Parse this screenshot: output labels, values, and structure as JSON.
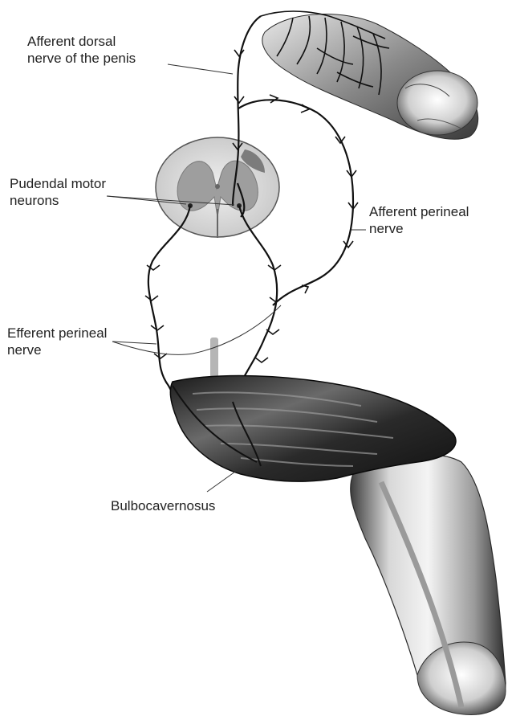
{
  "labels": {
    "afferent_dorsal": [
      "Afferent dorsal",
      "nerve of the penis"
    ],
    "pudendal_motor": [
      "Pudendal motor",
      "neurons"
    ],
    "afferent_perineal": [
      "Afferent perineal",
      "nerve"
    ],
    "efferent_perineal": [
      "Efferent perineal",
      "nerve"
    ],
    "bulbocavernosus": "Bulbocavernosus"
  },
  "colors": {
    "background": "#ffffff",
    "nerve": "#111111",
    "label_text": "#222222",
    "leader_line": "#333333",
    "muscle_dark": "#1a1a1a",
    "cord_gray_matter": "#9a9a9a",
    "cord_white_matter": "#d8d8d8",
    "penis_shading": "#bdbdbd"
  },
  "icons": {
    "spinal_cord": "spinal-cord-cross-section",
    "flaccid_penis": "penis-glans-illustration",
    "erect_penis": "erect-penis-illustration",
    "muscle": "bulbocavernosus-muscle"
  }
}
